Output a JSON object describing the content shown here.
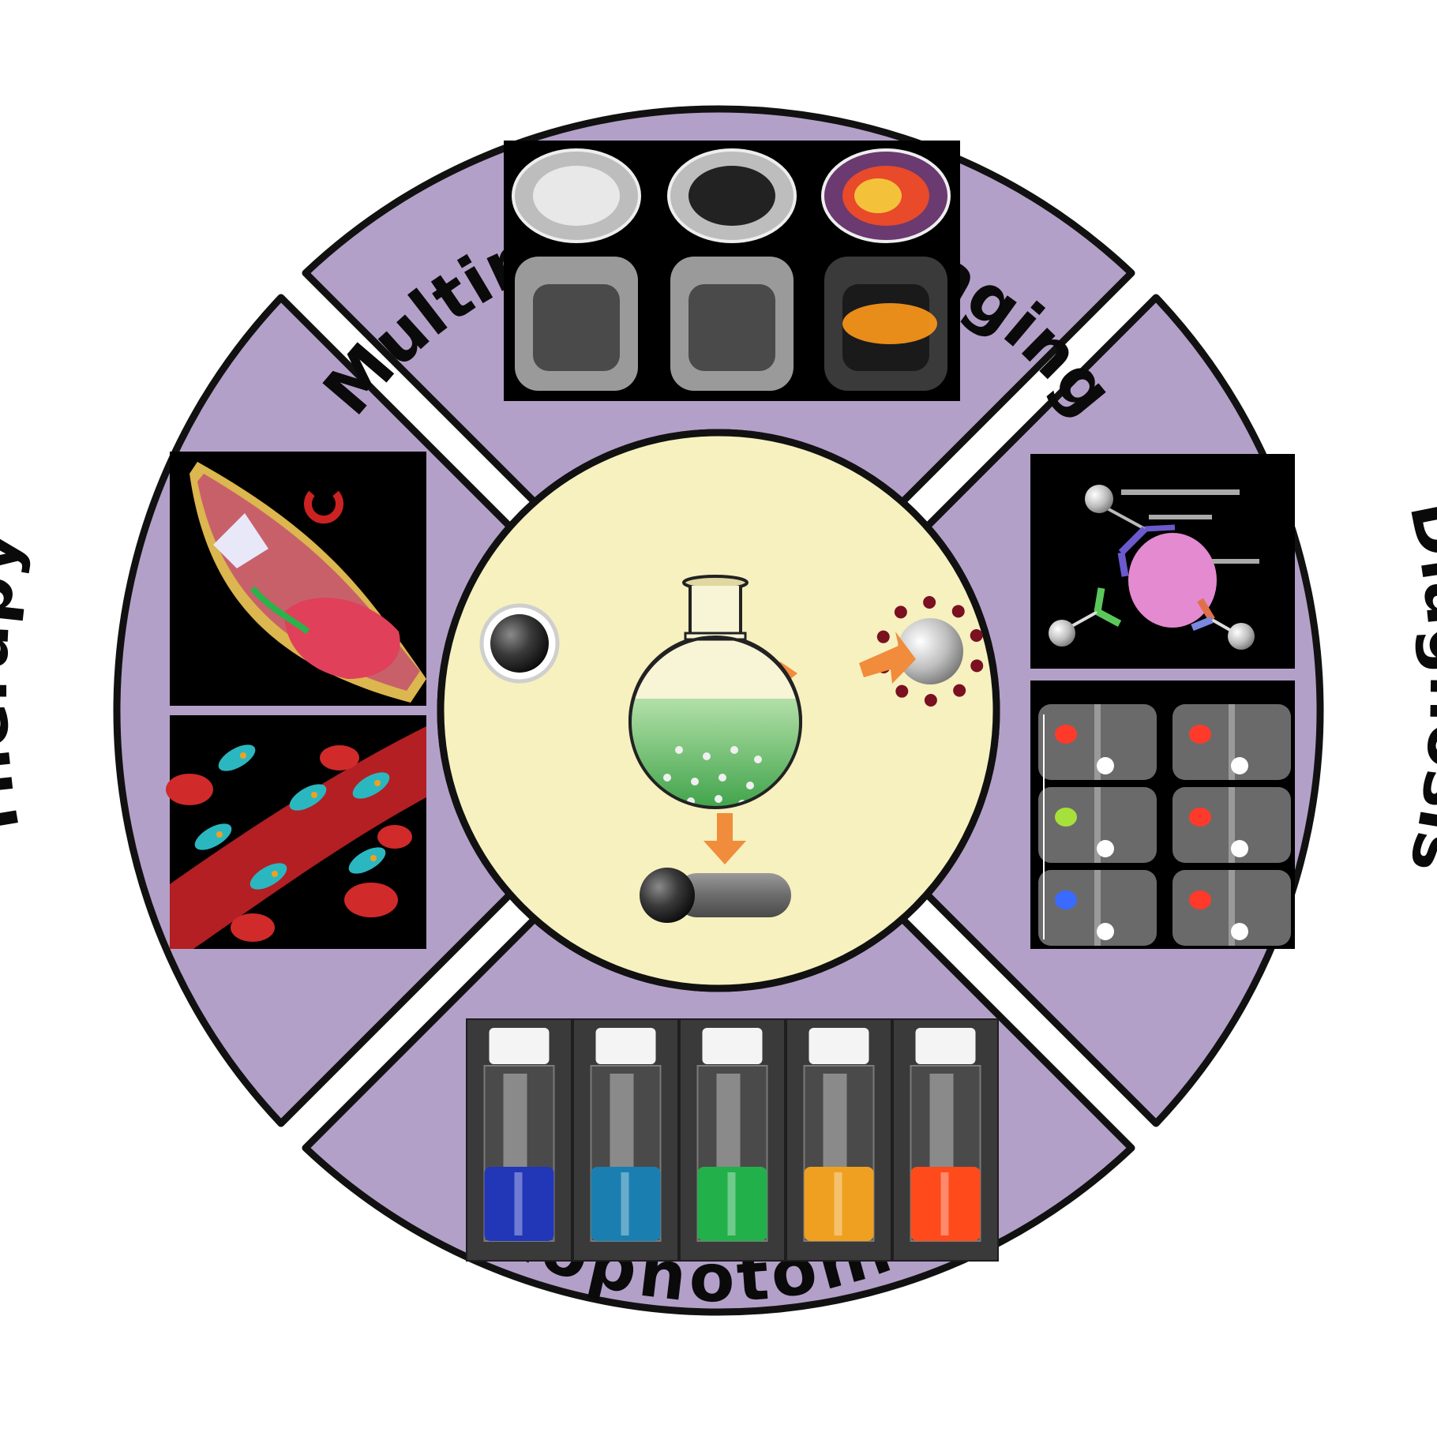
{
  "labels": {
    "top": "Multimodality imaging",
    "right": "Diagnosis",
    "bottom": "Biophotonics",
    "left": "Therapy"
  },
  "colors": {
    "sector_fill": "#b3a0c8",
    "outline": "#111111",
    "center_fill": "#f6f1be",
    "panel_bg": "#000000",
    "arrow": "#f08c3c",
    "flask_liquid": "#74c474",
    "blood_red": "#c8242b",
    "particle_dark": "#7a1020"
  },
  "center": {
    "items": [
      "core-shell-nanoparticle",
      "flask-icon",
      "decorated-nanoparticle",
      "dumbbell-nanorod"
    ]
  },
  "panels": {
    "imaging": "mri-pet-scans",
    "diagnosis": [
      "antibody-cell-diagram",
      "tumor-mri-slices"
    ],
    "therapy": [
      "magnetic-targeting-vessel",
      "blood-vessel-particles"
    ],
    "biophotonics": "quantum-dot-vials"
  },
  "vial_colors": [
    "#2236b8",
    "#1a7fb0",
    "#22b04a",
    "#f0a020",
    "#ff4a1c"
  ]
}
